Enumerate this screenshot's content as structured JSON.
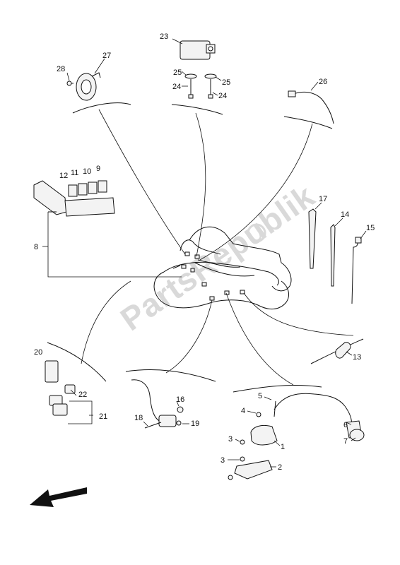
{
  "watermark": "PartsRepublik",
  "callouts": {
    "c1": "1",
    "c2": "2",
    "c3a": "3",
    "c3b": "3",
    "c4": "4",
    "c5": "5",
    "c6": "6",
    "c7": "7",
    "c8": "8",
    "c9": "9",
    "c10": "10",
    "c11": "11",
    "c12": "12",
    "c13": "13",
    "c14": "14",
    "c15": "15",
    "c16": "16",
    "c17": "17",
    "c18": "18",
    "c19": "19",
    "c20": "20",
    "c21": "21",
    "c22": "22",
    "c23": "23",
    "c24a": "24",
    "c24b": "24",
    "c25a": "25",
    "c25b": "25",
    "c26": "26",
    "c27": "27",
    "c28": "28"
  },
  "icons": {
    "direction": "front-direction-arrow-icon"
  }
}
